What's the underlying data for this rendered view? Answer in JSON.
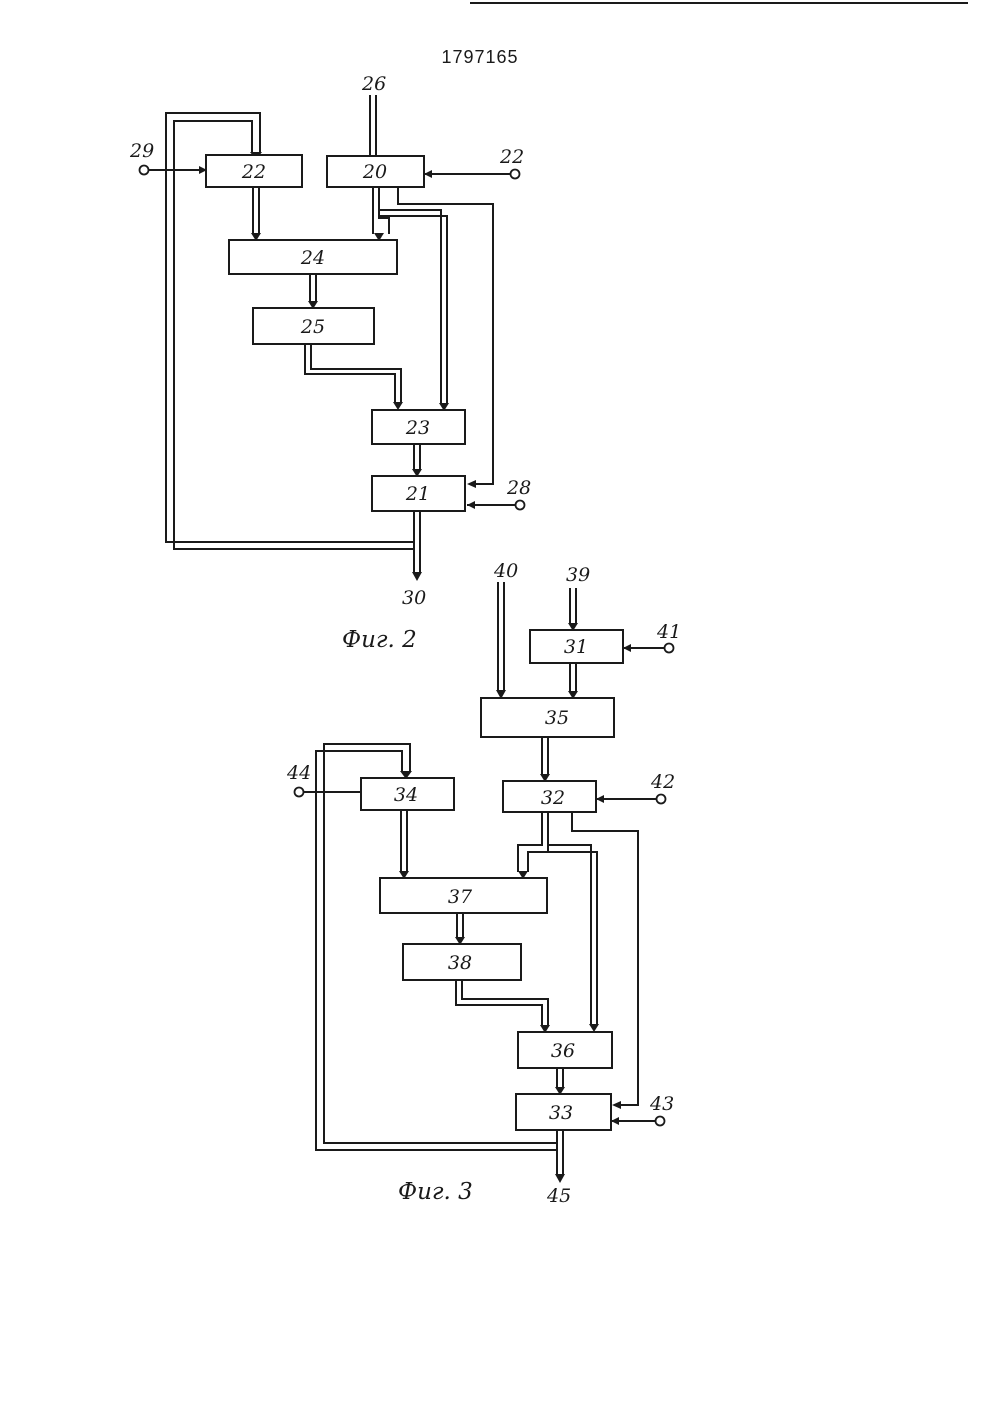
{
  "patent_number": "1797165",
  "fig2": {
    "caption": "Фиг. 2",
    "blocks": [
      "22",
      "20",
      "24",
      "25",
      "23",
      "21"
    ],
    "terminals": {
      "in_29": "29",
      "in_26": "26",
      "in_22": "22",
      "in_28": "28",
      "out_30": "30"
    }
  },
  "fig3": {
    "caption": "Фиг. 3",
    "blocks": [
      "31",
      "35",
      "34",
      "32",
      "37",
      "38",
      "36",
      "33"
    ],
    "terminals": {
      "in_40": "40",
      "in_39": "39",
      "in_41": "41",
      "in_44": "44",
      "in_42": "42",
      "in_43": "43",
      "out_45": "45"
    }
  }
}
